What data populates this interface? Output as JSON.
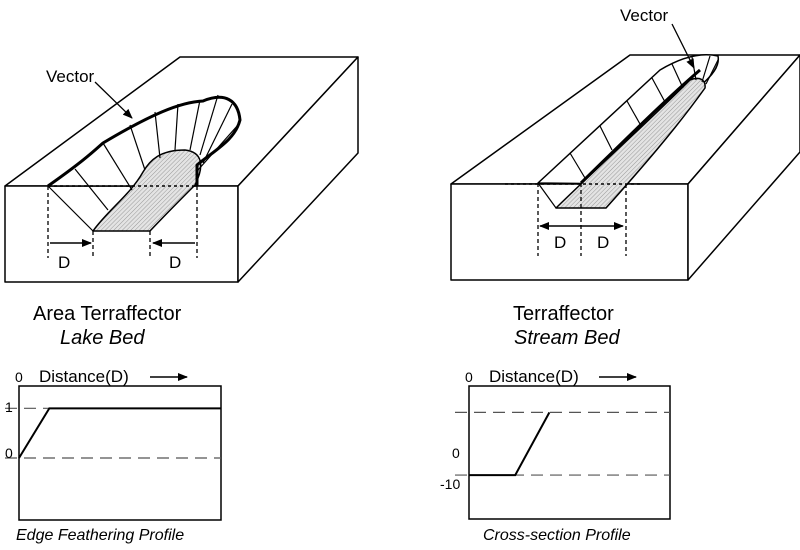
{
  "left_figure": {
    "vector_label": "Vector",
    "d_left": "D",
    "d_right": "D",
    "title": "Area Terraffector",
    "subtitle": "Lake Bed"
  },
  "right_figure": {
    "vector_label": "Vector",
    "d_left": "D",
    "d_right": "D",
    "title": "Terraffector",
    "subtitle": "Stream Bed"
  },
  "left_profile": {
    "origin_label": "0",
    "axis_label": "Distance(D)",
    "ytick_1": "1",
    "ytick_0": "0",
    "caption": "Edge Feathering Profile",
    "ylim": [
      -1.25,
      1.45
    ],
    "xlim": [
      0,
      1
    ],
    "profile": [
      [
        0,
        0
      ],
      [
        0.15,
        1
      ],
      [
        1,
        1
      ]
    ],
    "dashed_levels": [
      1,
      0
    ]
  },
  "right_profile": {
    "origin_label": "0",
    "axis_label": "Distance(D)",
    "ytick_0": "0",
    "ytick_m10": "-10",
    "caption": "Cross-section Profile",
    "ylim": [
      -17,
      4.2
    ],
    "xlim": [
      0,
      1
    ],
    "profile": [
      [
        0,
        -10
      ],
      [
        0.23,
        -10
      ],
      [
        0.4,
        0
      ]
    ],
    "dashed_levels": [
      0,
      -10
    ]
  }
}
